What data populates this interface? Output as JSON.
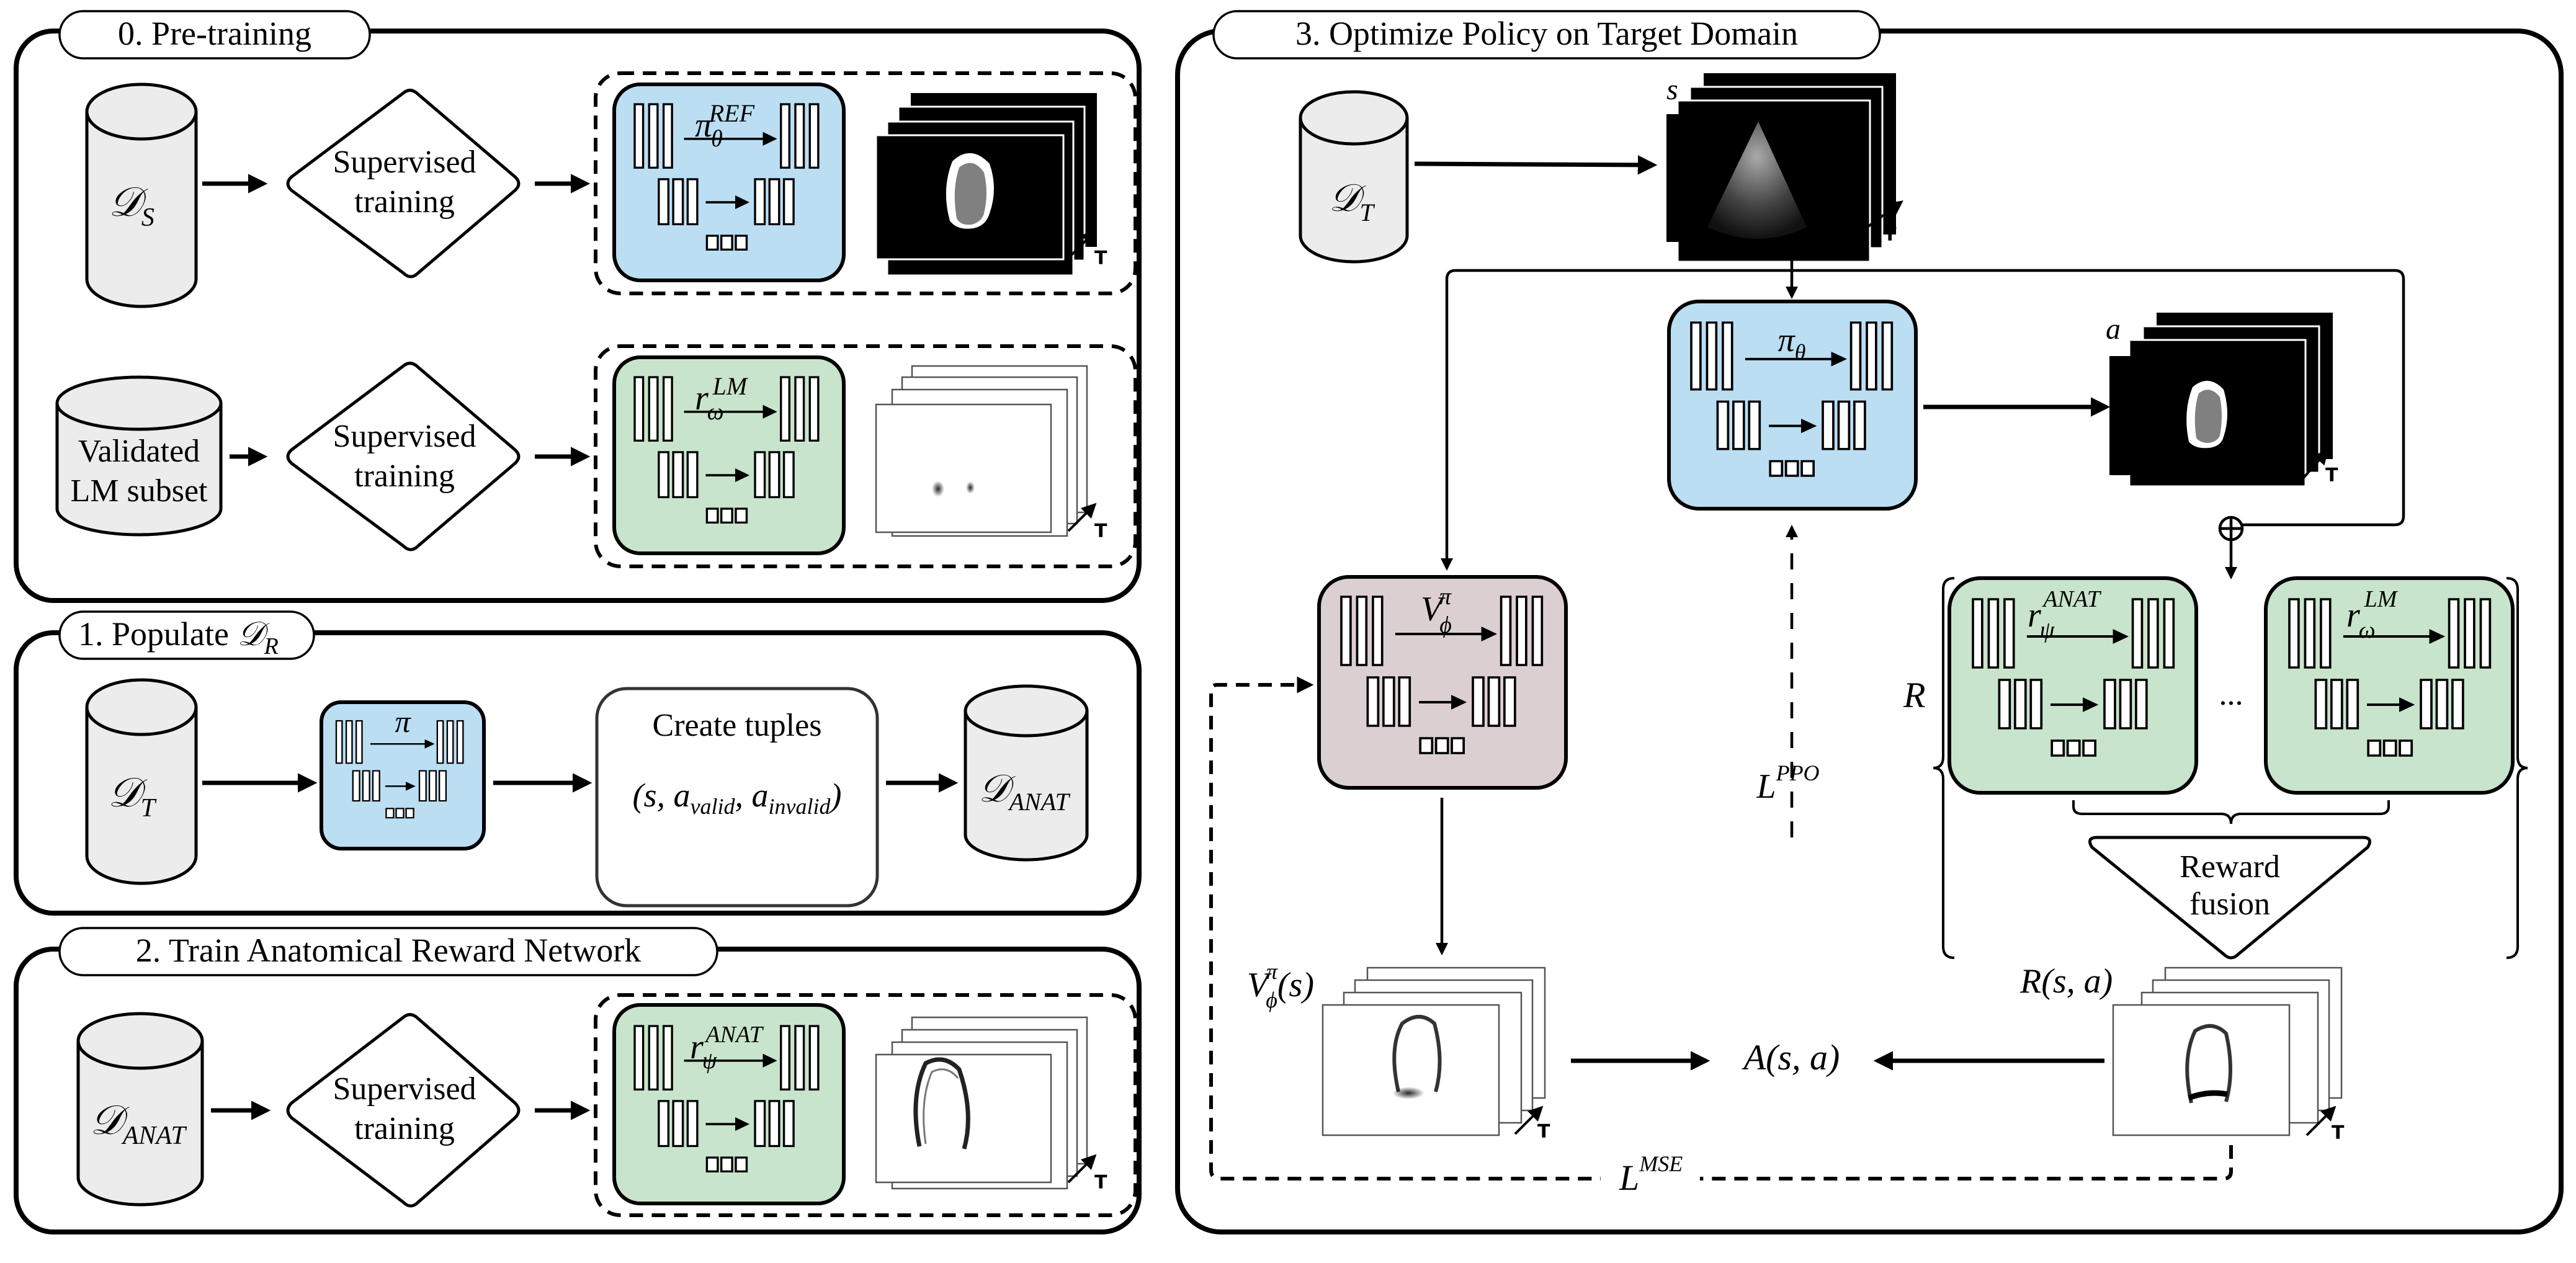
{
  "panels": {
    "pretraining": {
      "title": "0. Pre-training",
      "row1": {
        "dataset": "𝒟",
        "dataset_sub": "S",
        "process_line1": "Supervised",
        "process_line2": "training",
        "network_symbol": "π",
        "network_sub": "θ",
        "network_sup": "REF",
        "network_color": "#bbdef3",
        "output": "segmentation frames",
        "time_label": "T"
      },
      "row2": {
        "dataset_line1": "Validated",
        "dataset_line2": "LM subset",
        "process_line1": "Supervised",
        "process_line2": "training",
        "network_symbol": "r",
        "network_sub": "ω",
        "network_sup": "LM",
        "network_color": "#c8e4cc",
        "output": "landmark heatmap frames",
        "time_label": "T"
      }
    },
    "populate": {
      "title": "1. Populate ",
      "title_math": "𝒟",
      "title_sub": "R",
      "dataset": "𝒟",
      "dataset_sub": "T",
      "network_symbol": "π",
      "network_color": "#bbdef3",
      "process_title": "Create tuples",
      "tuple_open": "(s, a",
      "tuple_valid_sub": "valid",
      "tuple_mid": ", a",
      "tuple_invalid_sub": "invalid",
      "tuple_close": ")",
      "output_dataset": "𝒟",
      "output_dataset_sub": "ANAT"
    },
    "train_reward": {
      "title": "2. Train Anatomical Reward Network",
      "dataset": "𝒟",
      "dataset_sub": "ANAT",
      "process_line1": "Supervised",
      "process_line2": "training",
      "network_symbol": "r",
      "network_sub": "ψ",
      "network_sup": "ANAT",
      "network_color": "#c8e4cc",
      "output": "anatomical reward frames",
      "time_label": "T"
    },
    "optimize": {
      "title": "3. Optimize Policy on Target Domain",
      "dataset": "𝒟",
      "dataset_sub": "T",
      "state_label": "s",
      "action_label": "a",
      "policy_symbol": "π",
      "policy_sub": "θ",
      "policy_color": "#bbdef3",
      "value_symbol": "V",
      "value_sub": "ϕ",
      "value_sup": "π",
      "value_color": "#dccfd2",
      "reward_set_label": "R",
      "reward_nets": [
        {
          "symbol": "r",
          "sub": "ψ",
          "sup": "ANAT",
          "color": "#c8e4cc"
        },
        {
          "symbol": "r",
          "sub": "ω",
          "sup": "LM",
          "color": "#c8e4cc"
        }
      ],
      "ellipsis": "...",
      "fusion_line1": "Reward",
      "fusion_line2": "fusion",
      "value_output_label": "V",
      "value_output_sub": "ϕ",
      "value_output_sup": "π",
      "value_output_arg": "(s)",
      "reward_output_label": "R(s, a)",
      "advantage_label": "A(s, a)",
      "ppo_loss": "L",
      "ppo_loss_sup": "PPO",
      "mse_loss": "L",
      "mse_loss_sup": "MSE",
      "time_label": "T",
      "combine_symbol": "⊕"
    }
  }
}
